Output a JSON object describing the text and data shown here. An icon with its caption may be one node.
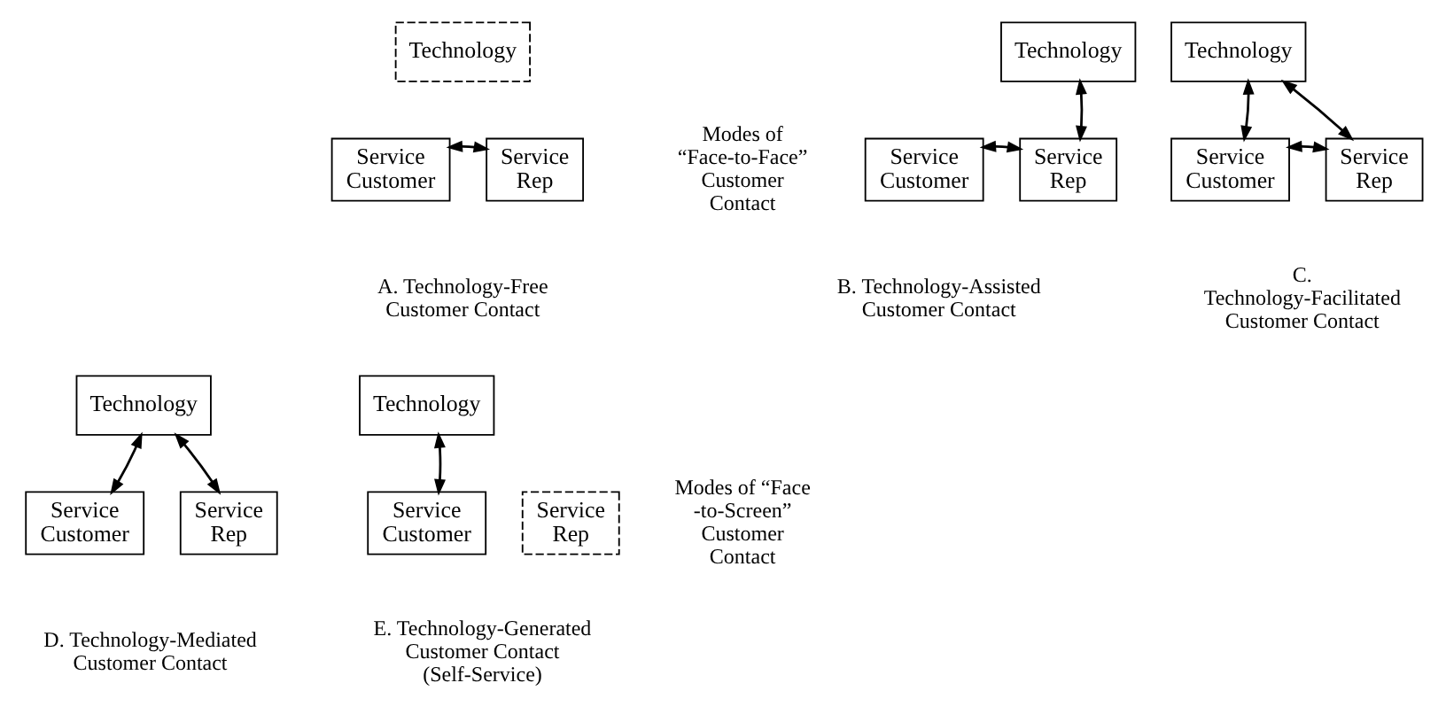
{
  "diagram": {
    "nodes": [
      {
        "text": [
          "Technology"
        ]
      },
      {
        "text": [
          "Service Customer"
        ]
      },
      {
        "text": [
          "Service Rep"
        ]
      },
      {
        "text": [
          "Technology"
        ]
      },
      {
        "text": [
          "Service Customer"
        ]
      },
      {
        "text": [
          "Service Rep"
        ]
      },
      {
        "text": [
          "Technology"
        ]
      },
      {
        "text": [
          "Service Customer"
        ]
      },
      {
        "text": [
          "Service Rep"
        ]
      },
      {
        "text": [
          "Technology"
        ]
      },
      {
        "text": [
          "Service Customer"
        ]
      },
      {
        "text": [
          "Service Rep"
        ]
      },
      {
        "text": [
          "Technology"
        ]
      },
      {
        "text": [
          "Service Customer"
        ]
      },
      {
        "text": [
          "Service Rep"
        ]
      }
    ],
    "edges": [
      {
        "from": 1,
        "to": 2,
        "arrow": "both"
      },
      {
        "from": 3,
        "to": 5,
        "arrow": "both"
      },
      {
        "from": 4,
        "to": 5,
        "arrow": "both"
      },
      {
        "from": 6,
        "to": 7,
        "arrow": "both"
      },
      {
        "from": 6,
        "to": 8,
        "arrow": "both"
      },
      {
        "from": 7,
        "to": 8,
        "arrow": "both"
      },
      {
        "from": 9,
        "to": 10,
        "arrow": "both"
      },
      {
        "from": 9,
        "to": 11,
        "arrow": "both"
      },
      {
        "from": 12,
        "to": 13,
        "arrow": "both"
      }
    ],
    "labels": [
      "Modes of “Face-to-Face” Customer Contact",
      "A. Technology-Free Customer Contact",
      "B. Technology-Assisted Customer Contact",
      "C. Technology-Facilitated Customer Contact",
      "Modes of “Face-to-Screen” Customer Contact",
      "D. Technology-Mediated Customer Contact",
      "E. Technology-Generated Customer Contact (Self-Service)"
    ]
  }
}
